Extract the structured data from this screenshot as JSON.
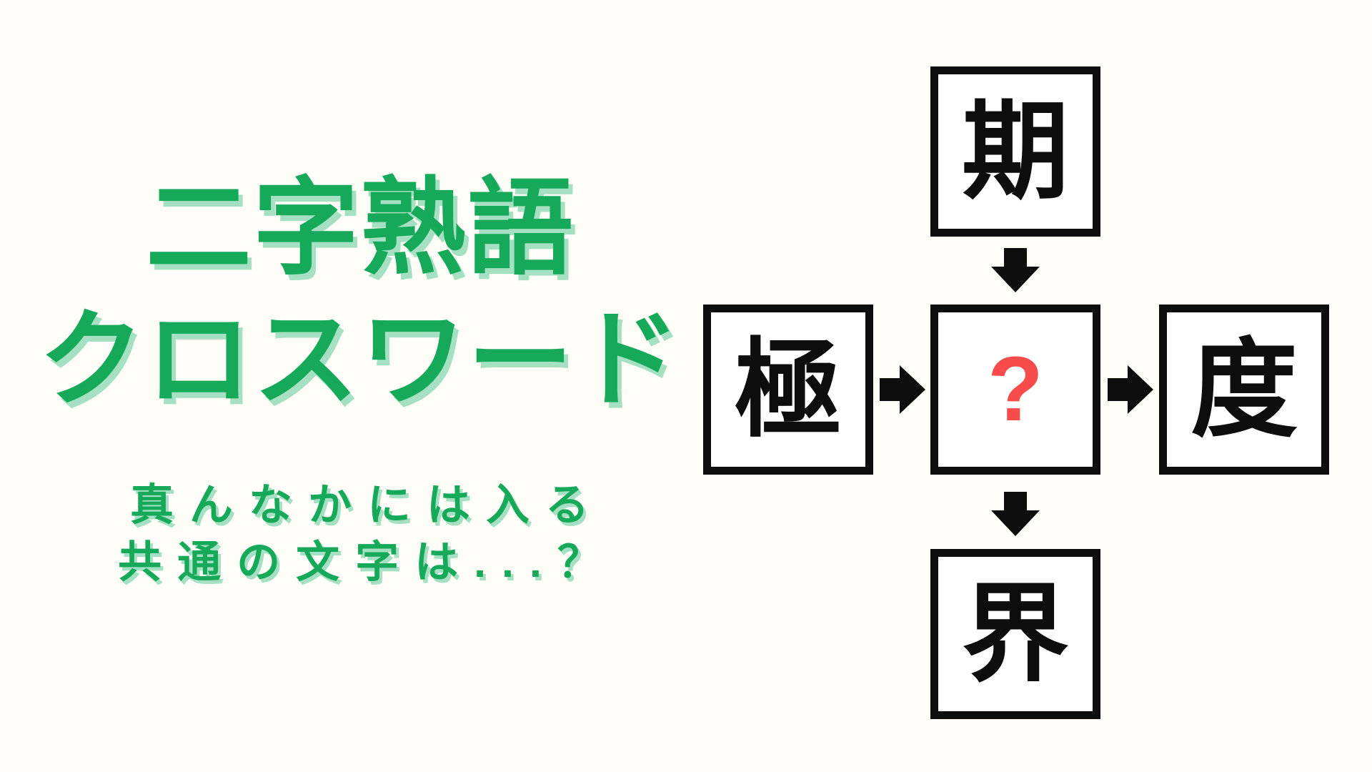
{
  "colors": {
    "background": "#fffdf7",
    "green": "#17a95a",
    "green_shadow": "#a6e0c2",
    "red": "#f84c4c",
    "black": "#0d0d0d"
  },
  "title": {
    "line1": "二字熟語",
    "line2": "クロスワード"
  },
  "subtitle": {
    "line1": "真んなかには入る",
    "line2": "共通の文字は...？"
  },
  "puzzle": {
    "top": "期",
    "left": "極",
    "center": "?",
    "right": "度",
    "bottom": "界"
  }
}
